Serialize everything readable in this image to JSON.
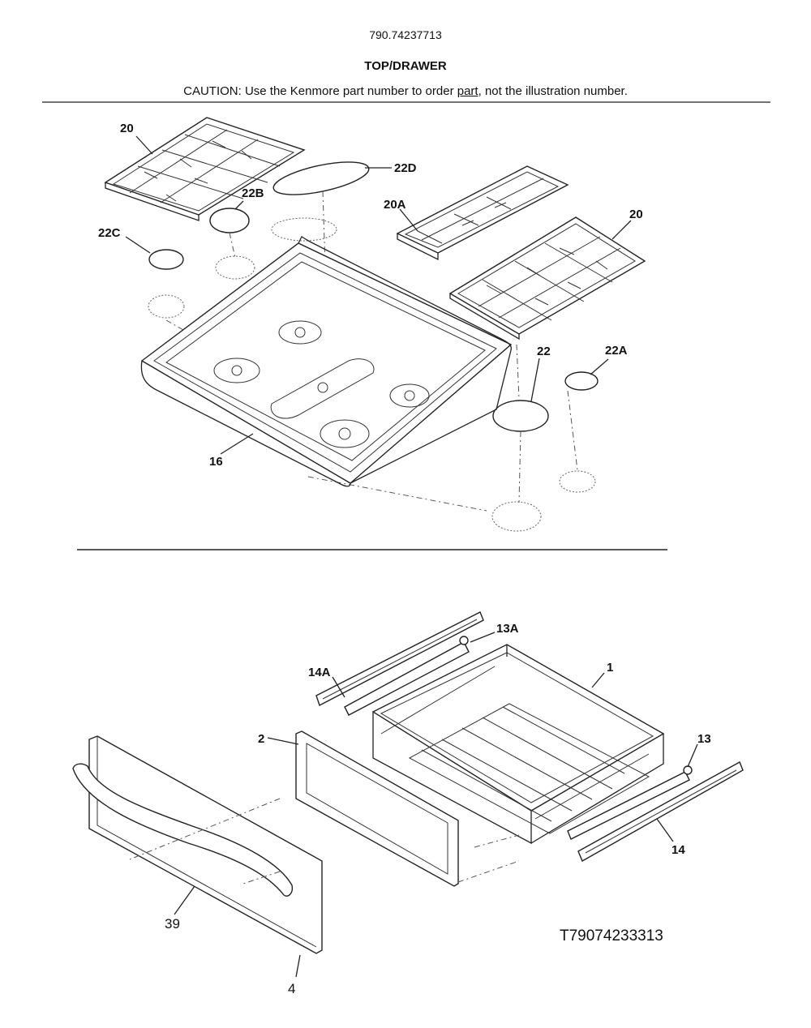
{
  "header": {
    "model_number": "790.74237713",
    "section_title": "TOP/DRAWER",
    "caution_before": "CAUTION: Use the Kenmore part number to order ",
    "caution_link": "part",
    "caution_after": ", not the illustration number."
  },
  "callouts": {
    "grate_left": "20",
    "grate_right": "20",
    "grate_center": "20A",
    "cap_22": "22",
    "cap_22A": "22A",
    "cap_22B": "22B",
    "cap_22C": "22C",
    "cap_22D": "22D",
    "cooktop": "16",
    "drawer_body": "1",
    "drawer_front_frame": "2",
    "slide_right": "14",
    "slide_left": "14A",
    "bracket_right": "13",
    "bracket_left": "13A",
    "drawer_panel": "4",
    "drawer_handle": "39"
  },
  "diagram_code": "T79074233313",
  "colors": {
    "line": "#222222",
    "background": "#ffffff"
  }
}
